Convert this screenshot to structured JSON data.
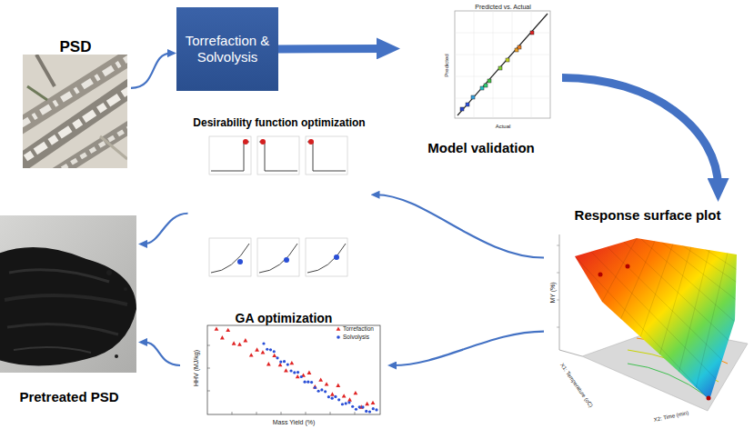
{
  "diagram": {
    "nodes": [
      {
        "text": [
          "PSD"
        ]
      },
      {
        "text": [
          "Torrefaction & Solvolysis"
        ]
      },
      {
        "text": [
          "Model validation"
        ]
      },
      {
        "text": [
          "Response surface plot"
        ]
      },
      {
        "text": [
          "Desirability function optimization"
        ]
      },
      {
        "text": [
          "GA optimization"
        ]
      },
      {
        "text": [
          "Pretreated PSD"
        ]
      }
    ],
    "edges": [
      {
        "from": 0,
        "to": 1,
        "arrow": "to"
      },
      {
        "from": 1,
        "to": 2,
        "arrow": "to"
      },
      {
        "from": 2,
        "to": 3,
        "arrow": "to"
      },
      {
        "from": 3,
        "to": 4,
        "arrow": "to"
      },
      {
        "from": 3,
        "to": 5,
        "arrow": "to"
      },
      {
        "from": 4,
        "to": 6,
        "arrow": "to"
      },
      {
        "from": 5,
        "to": 6,
        "arrow": "to"
      }
    ],
    "labels": [
      "Predicted vs. Actual",
      "Actual",
      "Predicted",
      "MY (%)",
      "X1: Temperature (oC)",
      "X2: Time (min)",
      "HHV (MJ/kg)",
      "Mass Yield (%)"
    ],
    "legend": [
      {
        "text": "Torrefaction"
      },
      {
        "text": "Solvolysis"
      }
    ]
  }
}
